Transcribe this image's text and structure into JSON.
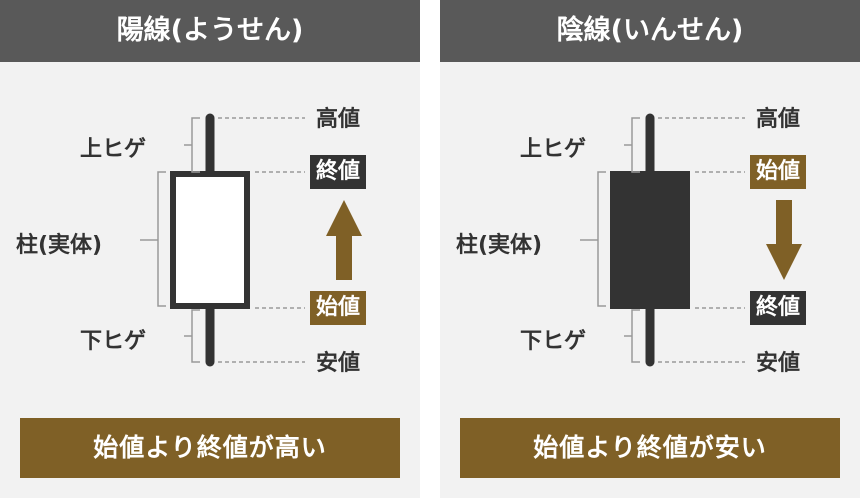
{
  "colors": {
    "header_bg": "#595959",
    "panel_bg": "#f2f2f2",
    "accent_brown": "#7f6026",
    "dark": "#333333",
    "bullish_body": "#ffffff",
    "bearish_body": "#333333"
  },
  "left": {
    "title": "陽線(ようせん)",
    "upper_wick": "上ヒゲ",
    "body": "柱(実体)",
    "lower_wick": "下ヒゲ",
    "high": "高値",
    "close": "終値",
    "open": "始値",
    "low": "安値",
    "arrow": "up-arrow",
    "caption": "始値より終値が高い"
  },
  "right": {
    "title": "陰線(いんせん)",
    "upper_wick": "上ヒゲ",
    "body": "柱(実体)",
    "lower_wick": "下ヒゲ",
    "high": "高値",
    "open": "始値",
    "close": "終値",
    "low": "安値",
    "arrow": "down-arrow",
    "caption": "始値より終値が安い"
  }
}
